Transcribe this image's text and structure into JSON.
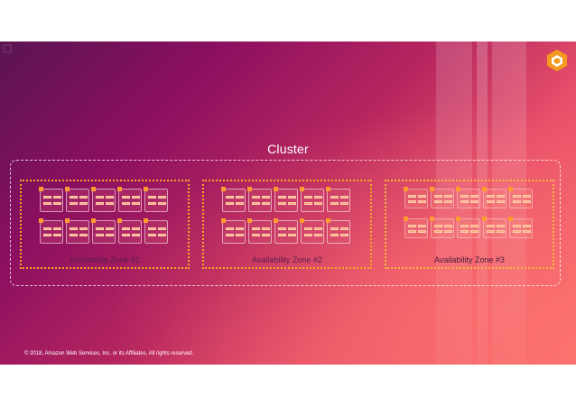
{
  "slide": {
    "title": "Cluster",
    "zones": [
      {
        "label": "Availability Zone #1"
      },
      {
        "label": "Availability Zone #2"
      },
      {
        "label": "Availability Zone #3"
      }
    ],
    "nodes_per_zone": 10,
    "footer": "© 2018, Amazon Web Services, Inc. or its Affiliates. All rights reserved."
  },
  "colors": {
    "zone_border": "#f6a623",
    "node_accent": "#ff9a2e",
    "text_light": "#ffffff"
  },
  "icons": [
    "aws-cube-logo-icon",
    "server-node-icon"
  ]
}
